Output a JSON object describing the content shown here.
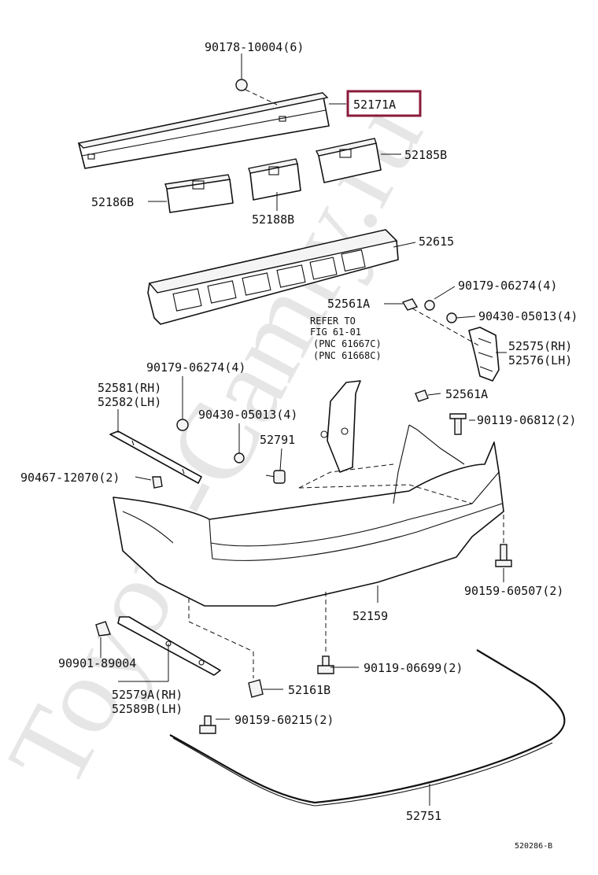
{
  "watermark": "Toyota-Camry.ru",
  "highlight_color": "#8b1a3a",
  "refer_note": [
    "REFER TO",
    "FIG 61-01",
    "(PNC 61667C)",
    "(PNC 61668C)"
  ],
  "labels": {
    "p90178": "90178-10004(6)",
    "p52171a": "52171A",
    "p52185b": "52185B",
    "p52186b": "52186B",
    "p52188b": "52188B",
    "p52615": "52615",
    "p90179a": "90179-06274(4)",
    "p52561a_top": "52561A",
    "p90430a": "90430-05013(4)",
    "p52575": "52575(RH)",
    "p52576": "52576(LH)",
    "p90179b": "90179-06274(4)",
    "p52581": "52581(RH)",
    "p52582": "52582(LH)",
    "p52561a_mid": "52561A",
    "p90430b": "90430-05013(4)",
    "p90119a": "90119-06812(2)",
    "p52791": "52791",
    "p90467": "90467-12070(2)",
    "p90159a": "90159-60507(2)",
    "p52159": "52159",
    "p90901": "90901-89004",
    "p90119b": "90119-06699(2)",
    "p52579a": "52579A(RH)",
    "p52589b": "52589B(LH)",
    "p52161b": "52161B",
    "p90159b": "90159-60215(2)",
    "p52751": "52751",
    "code": "520286-B"
  }
}
